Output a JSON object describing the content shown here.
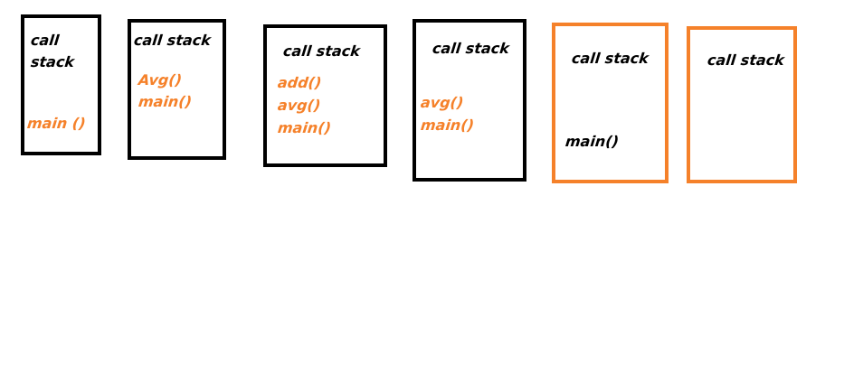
{
  "colors": {
    "border_black": "#000000",
    "border_orange": "#f5812a",
    "text_black": "#000000",
    "text_orange": "#f5812a"
  },
  "stacks": [
    {
      "title_lines": [
        "call",
        "stack"
      ],
      "border": "black",
      "frames": [
        "main ()"
      ]
    },
    {
      "title": "call stack",
      "border": "black",
      "frames": [
        "Avg()",
        "main()"
      ]
    },
    {
      "title": "call stack",
      "border": "black",
      "frames": [
        "add()",
        "avg()",
        "main()"
      ]
    },
    {
      "title": "call stack",
      "border": "black",
      "frames": [
        "avg()",
        "main()"
      ]
    },
    {
      "title": "call stack",
      "border": "orange",
      "frames": [
        "main()"
      ]
    },
    {
      "title": "call stack",
      "border": "orange",
      "frames": []
    }
  ]
}
